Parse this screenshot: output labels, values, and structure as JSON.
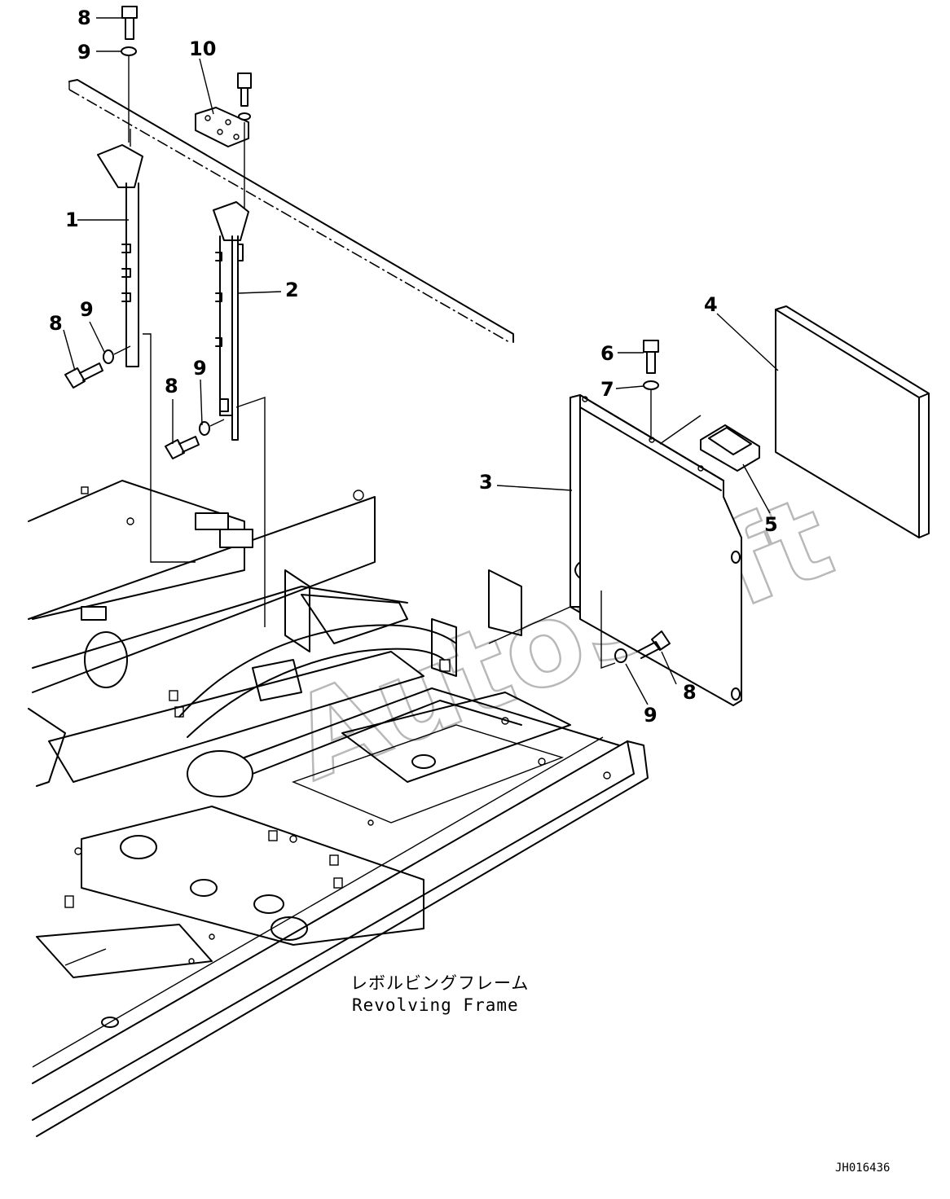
{
  "callouts": [
    {
      "label": "8"
    },
    {
      "label": "9"
    },
    {
      "label": "10"
    },
    {
      "label": "1"
    },
    {
      "label": "2"
    },
    {
      "label": "9"
    },
    {
      "label": "8"
    },
    {
      "label": "8"
    },
    {
      "label": "9"
    },
    {
      "label": "4"
    },
    {
      "label": "6"
    },
    {
      "label": "7"
    },
    {
      "label": "3"
    },
    {
      "label": "5"
    },
    {
      "label": "8"
    },
    {
      "label": "9"
    }
  ],
  "caption": {
    "japanese": "レボルビングフレーム",
    "english": "Revolving Frame"
  },
  "drawing_code": "JH016436",
  "watermark": "AutoSoft"
}
